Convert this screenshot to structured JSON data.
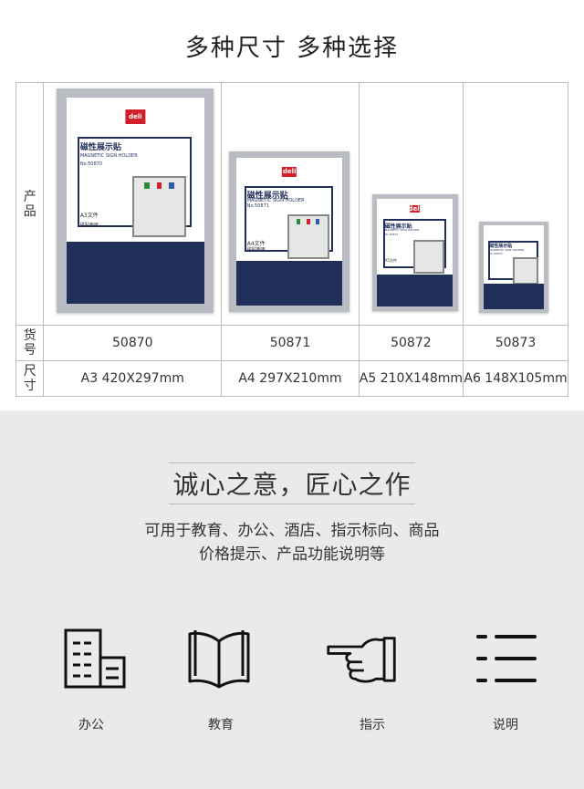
{
  "title": "多种尺寸 多种选择",
  "table": {
    "row_labels": {
      "product": [
        "产",
        "品"
      ],
      "code": [
        "货",
        "号"
      ],
      "size": [
        "尺",
        "寸"
      ]
    },
    "products": [
      {
        "code": "50870",
        "size": "A3 420X297mm",
        "sheet_title": "磁性展示贴",
        "sheet_en": "MAGNETIC SIGN HOLDER",
        "sheet_no": "No.50870",
        "format_label": "A3文件",
        "mount_label": "磁贴两用"
      },
      {
        "code": "50871",
        "size": "A4 297X210mm",
        "sheet_title": "磁性展示贴",
        "sheet_en": "MAGNETIC SIGN HOLDER",
        "sheet_no": "No.50871",
        "format_label": "A4文件",
        "mount_label": "磁贴两用"
      },
      {
        "code": "50872",
        "size": "A5 210X148mm",
        "sheet_title": "磁性展示贴",
        "sheet_en": "MAGNETIC SIGN HOLDER",
        "sheet_no": "No.50872",
        "format_label": "A5文件",
        "mount_label": ""
      },
      {
        "code": "50873",
        "size": "A6 148X105mm",
        "sheet_title": "磁性展示贴",
        "sheet_en": "MAGNETIC SIGN HOLDER",
        "sheet_no": "No.50873",
        "format_label": "",
        "mount_label": ""
      }
    ],
    "brand_logo": "deli"
  },
  "slogan": "诚心之意，匠心之作",
  "description": {
    "line1": "可用于教育、办公、酒店、指示标向、商品",
    "line2": "价格提示、产品功能说明等"
  },
  "uses": [
    {
      "label": "办公",
      "icon": "office-building-icon"
    },
    {
      "label": "教育",
      "icon": "open-book-icon"
    },
    {
      "label": "指示",
      "icon": "pointing-hand-icon"
    },
    {
      "label": "说明",
      "icon": "list-icon"
    }
  ],
  "colors": {
    "navy": "#1f2f5a",
    "brand_red": "#d0202a",
    "frame_silver": "#b9bcc2",
    "lower_bg": "#eaeaea"
  }
}
